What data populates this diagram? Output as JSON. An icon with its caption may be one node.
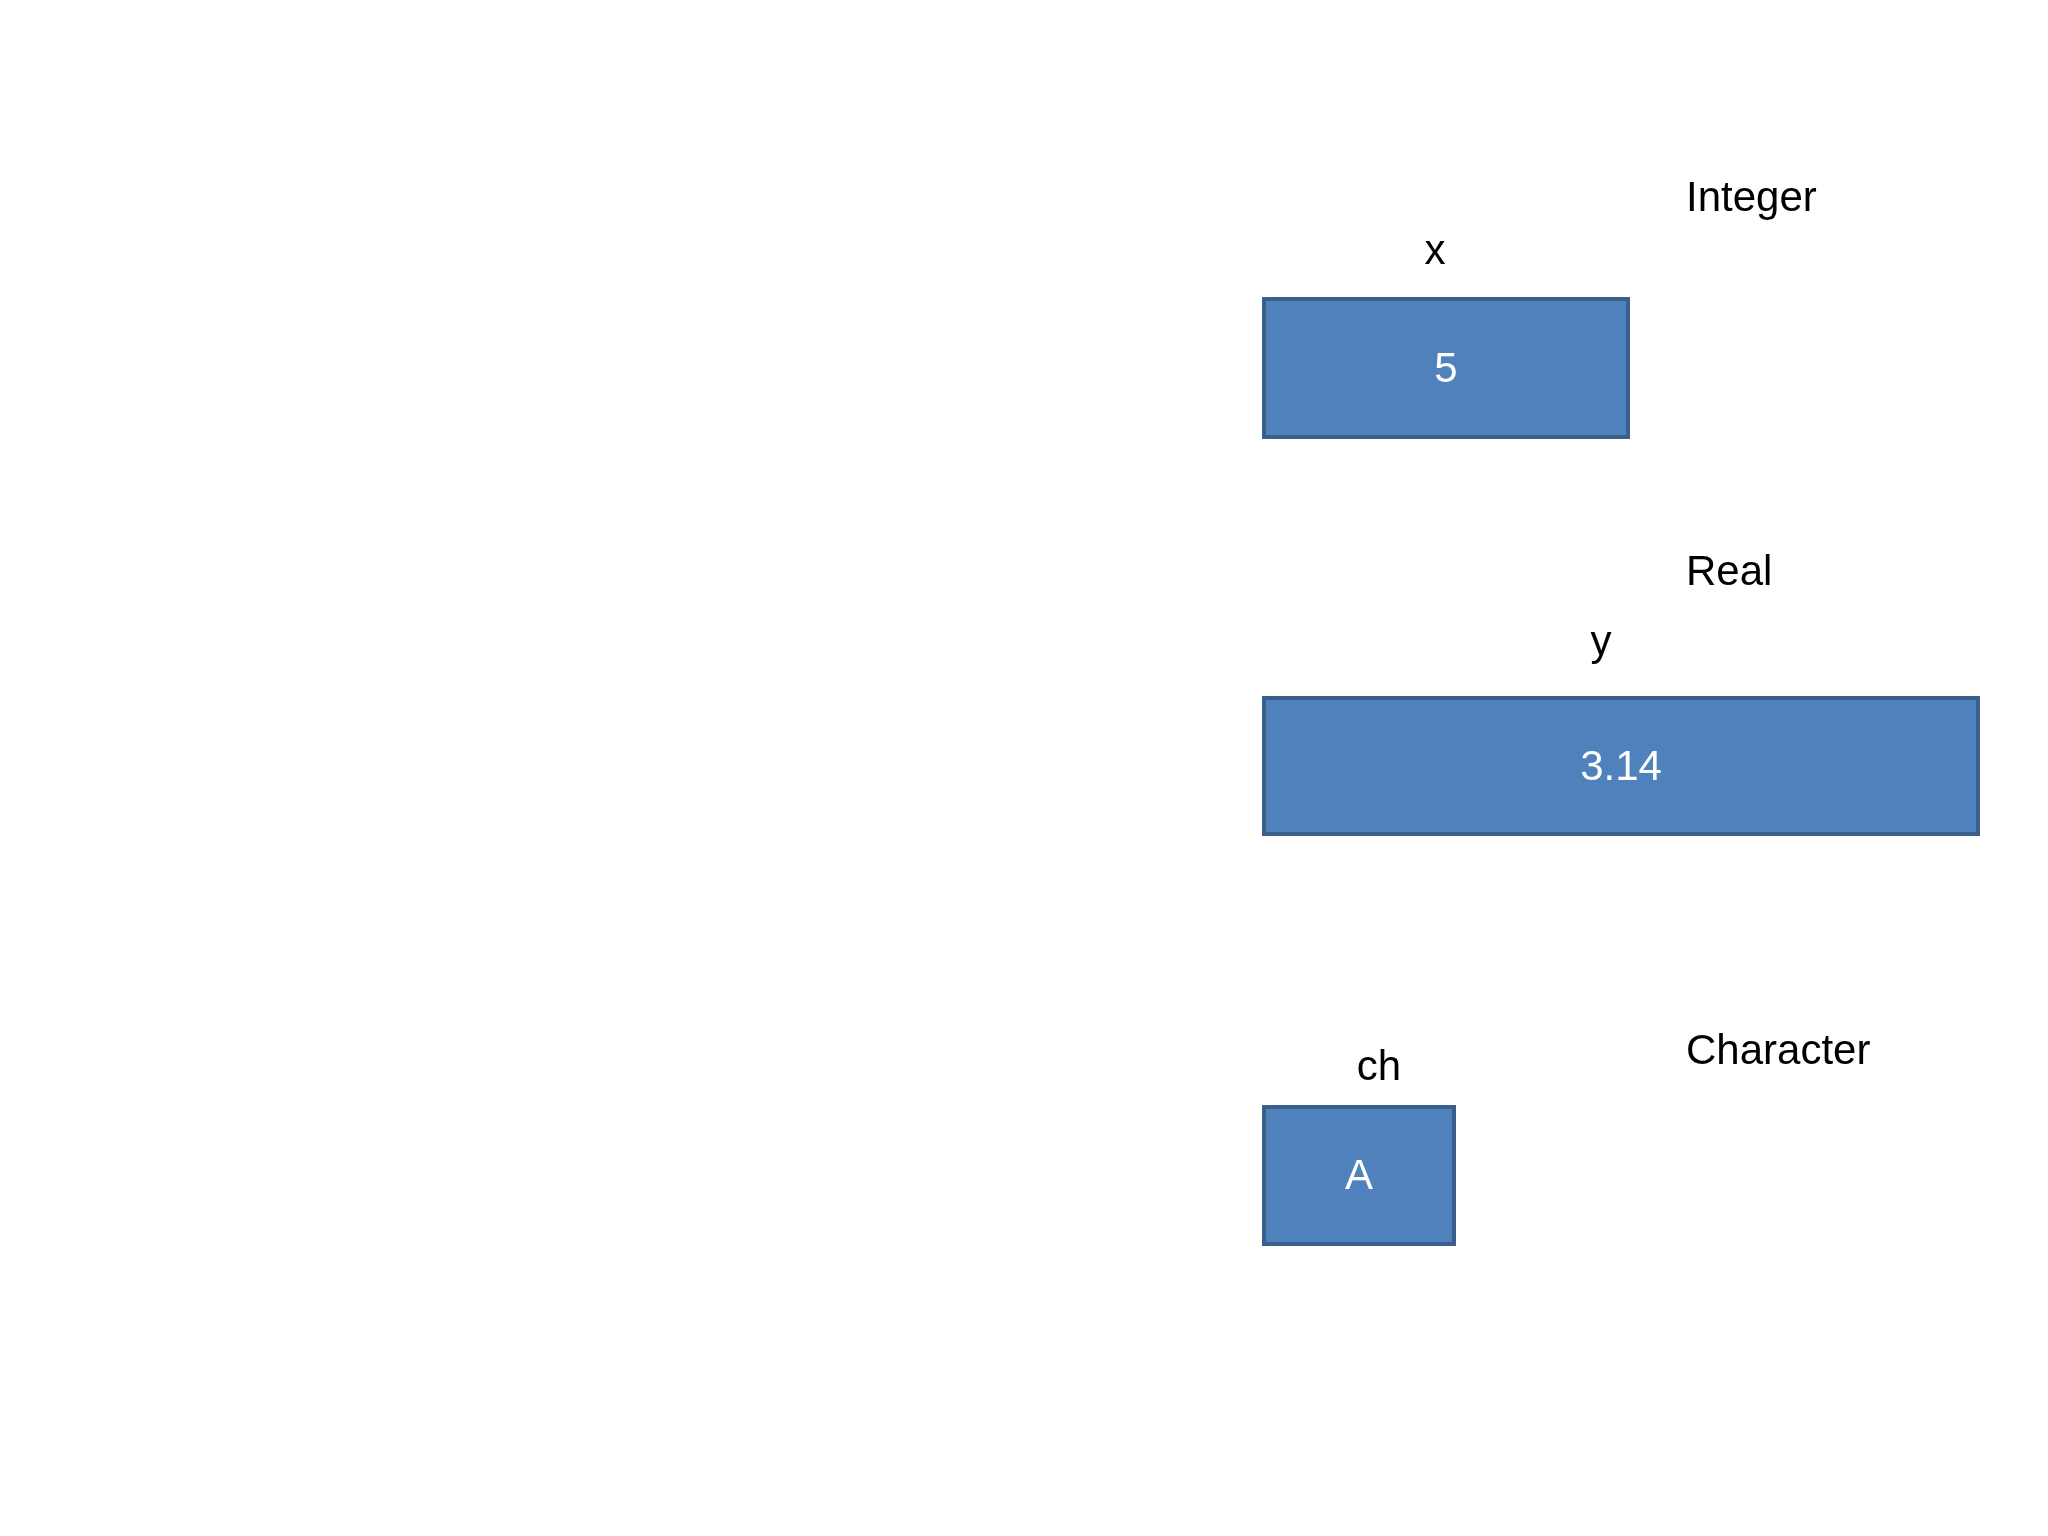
{
  "diagram": {
    "nodes": [
      {
        "text": [
          "5"
        ],
        "beside": [
          "x"
        ]
      },
      {
        "text": [
          "3.14"
        ],
        "beside": [
          "y"
        ]
      },
      {
        "text": [
          "A"
        ],
        "beside": [
          "ch"
        ]
      }
    ],
    "labels": [
      "Integer",
      "Real",
      "Character"
    ]
  }
}
